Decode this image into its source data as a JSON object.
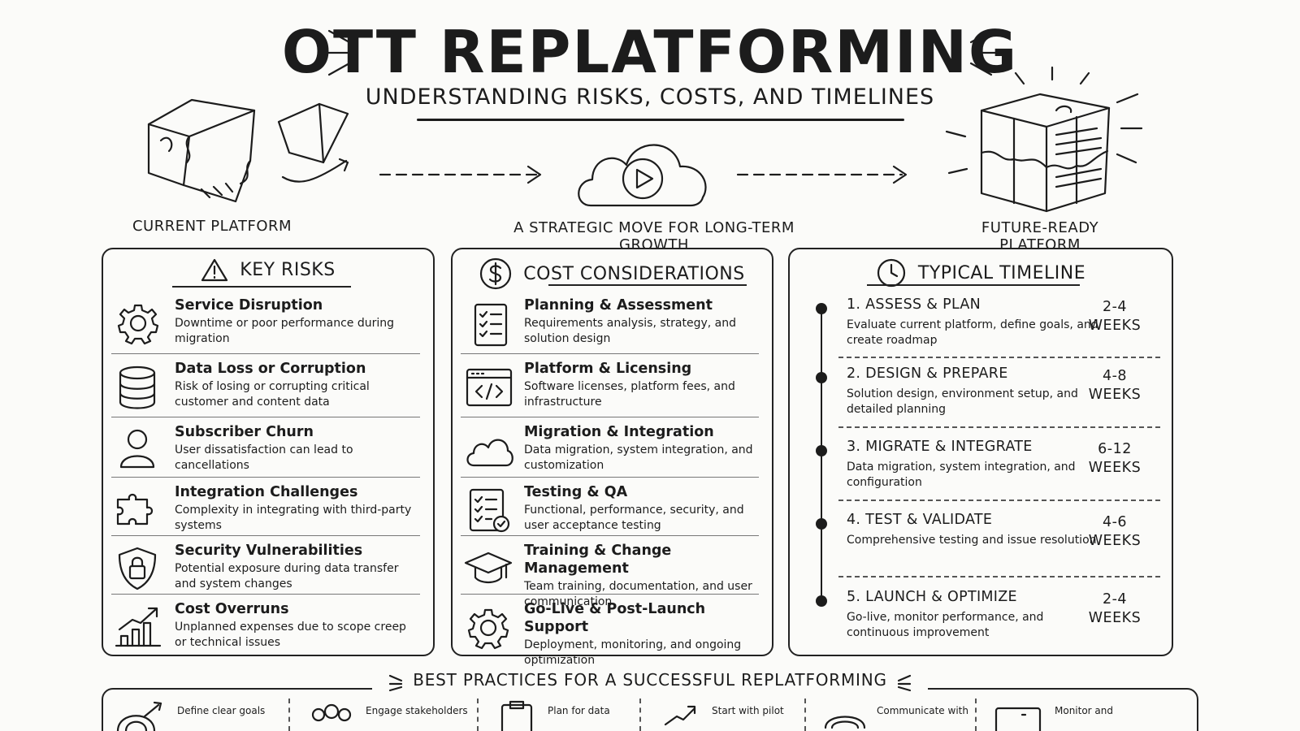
{
  "header": {
    "title": "OTT REPLATFORMING",
    "subtitle": "UNDERSTANDING RISKS, COSTS, AND TIMELINES"
  },
  "flow": {
    "left_caption": "CURRENT PLATFORM",
    "center_caption": "A STRATEGIC MOVE FOR LONG-TERM GROWTH",
    "right_caption": "FUTURE-READY PLATFORM"
  },
  "risks": {
    "heading": "KEY RISKS",
    "items": [
      {
        "title": "Service Disruption",
        "desc": "Downtime or poor performance during migration",
        "icon": "gear-icon"
      },
      {
        "title": "Data Loss or Corruption",
        "desc": "Risk of losing or corrupting critical customer and content data",
        "icon": "database-icon"
      },
      {
        "title": "Subscriber Churn",
        "desc": "User dissatisfaction can lead to cancellations",
        "icon": "user-icon"
      },
      {
        "title": "Integration Challenges",
        "desc": "Complexity in integrating with third-party systems",
        "icon": "puzzle-icon"
      },
      {
        "title": "Security Vulnerabilities",
        "desc": "Potential exposure during data transfer and system changes",
        "icon": "shield-lock-icon"
      },
      {
        "title": "Cost Overruns",
        "desc": "Unplanned expenses due to scope creep or technical issues",
        "icon": "chart-up-icon"
      }
    ]
  },
  "costs": {
    "heading": "COST CONSIDERATIONS",
    "items": [
      {
        "title": "Planning & Assessment",
        "desc": "Requirements analysis, strategy, and solution design",
        "icon": "checklist-icon"
      },
      {
        "title": "Platform & Licensing",
        "desc": "Software licenses, platform fees, and infrastructure",
        "icon": "code-window-icon"
      },
      {
        "title": "Migration & Integration",
        "desc": "Data migration, system integration, and customization",
        "icon": "cloud-icon"
      },
      {
        "title": "Testing & QA",
        "desc": "Functional, performance, security, and user acceptance testing",
        "icon": "test-checklist-icon"
      },
      {
        "title": "Training & Change Management",
        "desc": "Team training, documentation, and user communication",
        "icon": "graduation-cap-icon"
      },
      {
        "title": "Go-Live & Post-Launch Support",
        "desc": "Deployment, monitoring, and ongoing optimization",
        "icon": "gear-icon"
      }
    ]
  },
  "timeline": {
    "heading": "TYPICAL TIMELINE",
    "items": [
      {
        "title": "1. ASSESS & PLAN",
        "desc": "Evaluate current platform, define goals, and create roadmap",
        "dur1": "2-4",
        "dur2": "WEEKS"
      },
      {
        "title": "2. DESIGN & PREPARE",
        "desc": "Solution design, environment setup, and detailed planning",
        "dur1": "4-8",
        "dur2": "WEEKS"
      },
      {
        "title": "3. MIGRATE & INTEGRATE",
        "desc": "Data migration, system integration, and configuration",
        "dur1": "6-12",
        "dur2": "WEEKS"
      },
      {
        "title": "4. TEST & VALIDATE",
        "desc": "Comprehensive testing and issue resolution",
        "dur1": "4-6",
        "dur2": "WEEKS"
      },
      {
        "title": "5. LAUNCH & OPTIMIZE",
        "desc": "Go-live, monitor performance, and continuous improvement",
        "dur1": "2-4",
        "dur2": "WEEKS"
      }
    ]
  },
  "best_practices": {
    "heading": "BEST PRACTICES FOR A SUCCESSFUL REPLATFORMING",
    "items": [
      {
        "label": "Define clear goals",
        "icon": "target-icon"
      },
      {
        "label": "Engage stakeholders",
        "icon": "people-icon"
      },
      {
        "label": "Plan for data",
        "icon": "clipboard-icon"
      },
      {
        "label": "Start with pilot",
        "icon": "trend-arrow-icon"
      },
      {
        "label": "Communicate with",
        "icon": "chat-icon"
      },
      {
        "label": "Monitor and",
        "icon": "monitor-icon"
      }
    ]
  }
}
